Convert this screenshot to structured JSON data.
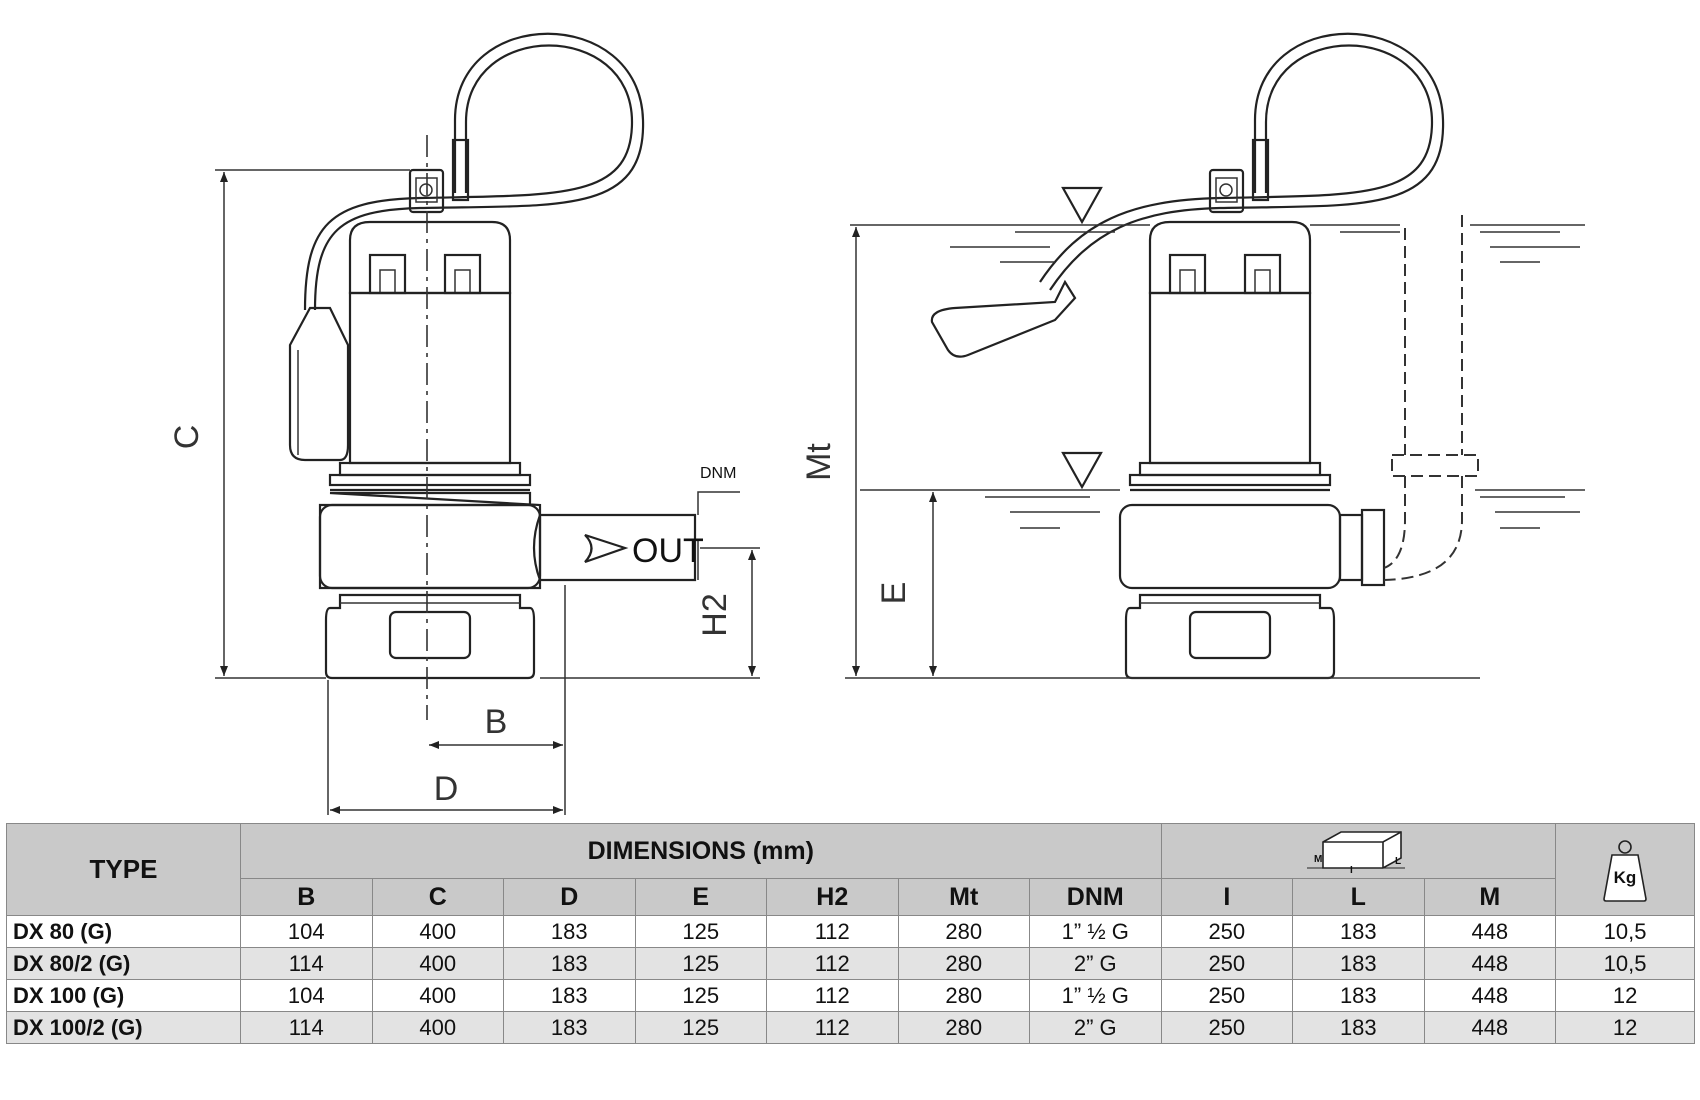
{
  "drawing": {
    "labels": {
      "C": "C",
      "D": "D",
      "B": "B",
      "H2": "H2",
      "Mt": "Mt",
      "E": "E",
      "out": "OUT",
      "dnm": "DNM"
    }
  },
  "table": {
    "type_header": "TYPE",
    "dimensions_header": "DIMENSIONS (mm)",
    "packing_icon": "box-dimensions-icon",
    "packing_icon_letters": [
      "M",
      "I",
      "L"
    ],
    "weight_icon": "weight-kg-icon",
    "weight_icon_label": "Kg",
    "columns": [
      "B",
      "C",
      "D",
      "E",
      "H2",
      "Mt",
      "DNM",
      "I",
      "L",
      "M"
    ],
    "rows": [
      {
        "type": "DX 80 (G)",
        "values": [
          "104",
          "400",
          "183",
          "125",
          "112",
          "280",
          "1” ½ G",
          "250",
          "183",
          "448"
        ],
        "weight": "10,5"
      },
      {
        "type": "DX 80/2 (G)",
        "values": [
          "114",
          "400",
          "183",
          "125",
          "112",
          "280",
          "2” G",
          "250",
          "183",
          "448"
        ],
        "weight": "10,5"
      },
      {
        "type": "DX 100 (G)",
        "values": [
          "104",
          "400",
          "183",
          "125",
          "112",
          "280",
          "1” ½ G",
          "250",
          "183",
          "448"
        ],
        "weight": "12"
      },
      {
        "type": "DX 100/2 (G)",
        "values": [
          "114",
          "400",
          "183",
          "125",
          "112",
          "280",
          "2” G",
          "250",
          "183",
          "448"
        ],
        "weight": "12"
      }
    ]
  }
}
